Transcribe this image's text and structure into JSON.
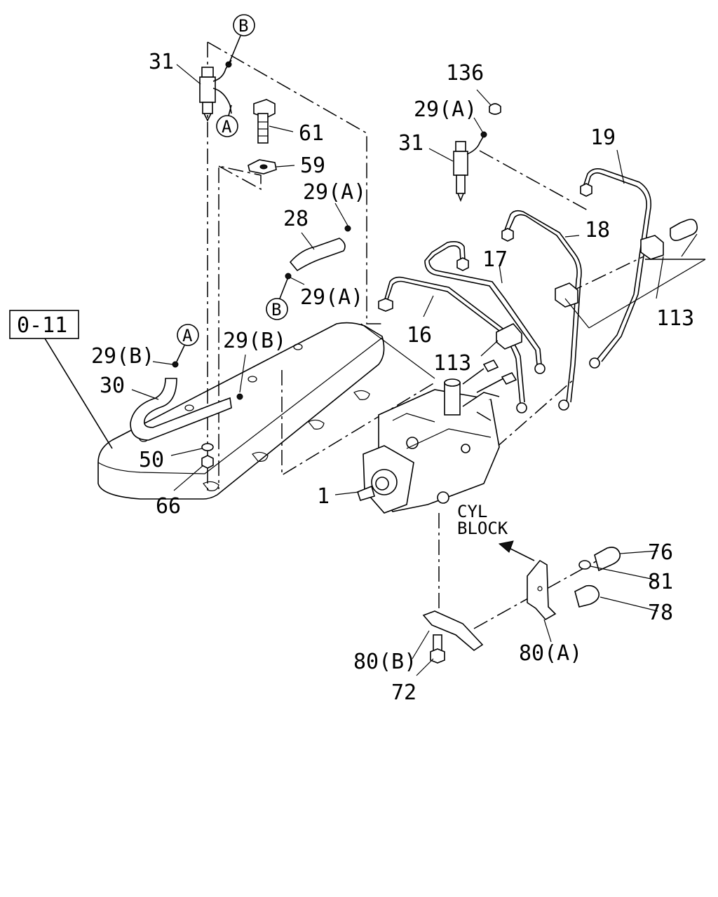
{
  "reference_box": "0-11",
  "direction_label": [
    "CYL",
    "BLOCK"
  ],
  "callouts": {
    "p31_top": "31",
    "p61": "61",
    "p59": "59",
    "p29a_hose_top": "29(A)",
    "p28": "28",
    "p29a_hose_bottom": "29(A)",
    "p136": "136",
    "p29a_right": "29(A)",
    "p31_right": "31",
    "p19": "19",
    "p18": "18",
    "p17": "17",
    "p16": "16",
    "p113_right": "113",
    "p113_mid": "113",
    "p29b_left": "29(B)",
    "p29b_mid": "29(B)",
    "p30": "30",
    "p50": "50",
    "p66": "66",
    "p1": "1",
    "p76": "76",
    "p81": "81",
    "p78": "78",
    "p80a": "80(A)",
    "p80b": "80(B)",
    "p72": "72"
  },
  "connectors": {
    "b_top": "B",
    "a_top": "A",
    "b_hose": "B",
    "a_leak": "A"
  }
}
